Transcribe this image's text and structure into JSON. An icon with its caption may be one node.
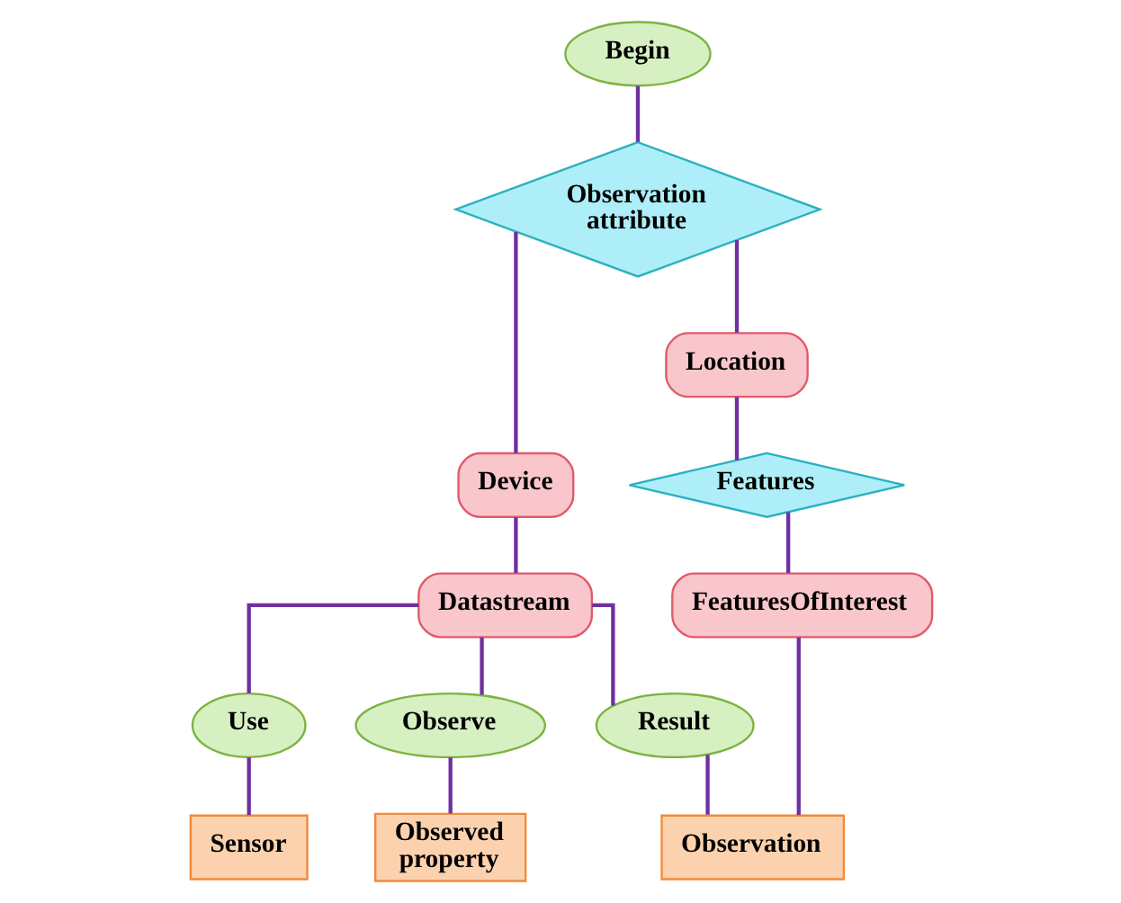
{
  "diagram": {
    "nodes": [
      {
        "text": [
          "Begin"
        ]
      },
      {
        "text": [
          "Observation attribute"
        ]
      },
      {
        "text": [
          "Device"
        ]
      },
      {
        "text": [
          "Location"
        ]
      },
      {
        "text": [
          "Features"
        ]
      },
      {
        "text": [
          "Datastream"
        ]
      },
      {
        "text": [
          "FeaturesOfInterest"
        ]
      },
      {
        "text": [
          "Use"
        ]
      },
      {
        "text": [
          "Observe"
        ]
      },
      {
        "text": [
          "Result"
        ]
      },
      {
        "text": [
          "Sensor"
        ]
      },
      {
        "text": [
          "Observed property"
        ]
      },
      {
        "text": [
          "Observation"
        ]
      }
    ],
    "edges": [
      {
        "from": 0,
        "to": 1,
        "arrow": "none"
      },
      {
        "from": 1,
        "to": 2,
        "arrow": "none"
      },
      {
        "from": 1,
        "to": 3,
        "arrow": "none"
      },
      {
        "from": 2,
        "to": 5,
        "arrow": "none"
      },
      {
        "from": 3,
        "to": 4,
        "arrow": "none"
      },
      {
        "from": 4,
        "to": 6,
        "arrow": "none"
      },
      {
        "from": 5,
        "to": 7,
        "arrow": "none"
      },
      {
        "from": 5,
        "to": 8,
        "arrow": "none"
      },
      {
        "from": 5,
        "to": 9,
        "arrow": "none"
      },
      {
        "from": 7,
        "to": 10,
        "arrow": "none"
      },
      {
        "from": 8,
        "to": 11,
        "arrow": "none"
      },
      {
        "from": 9,
        "to": 12,
        "arrow": "none"
      },
      {
        "from": 6,
        "to": 12,
        "arrow": "none"
      }
    ]
  }
}
